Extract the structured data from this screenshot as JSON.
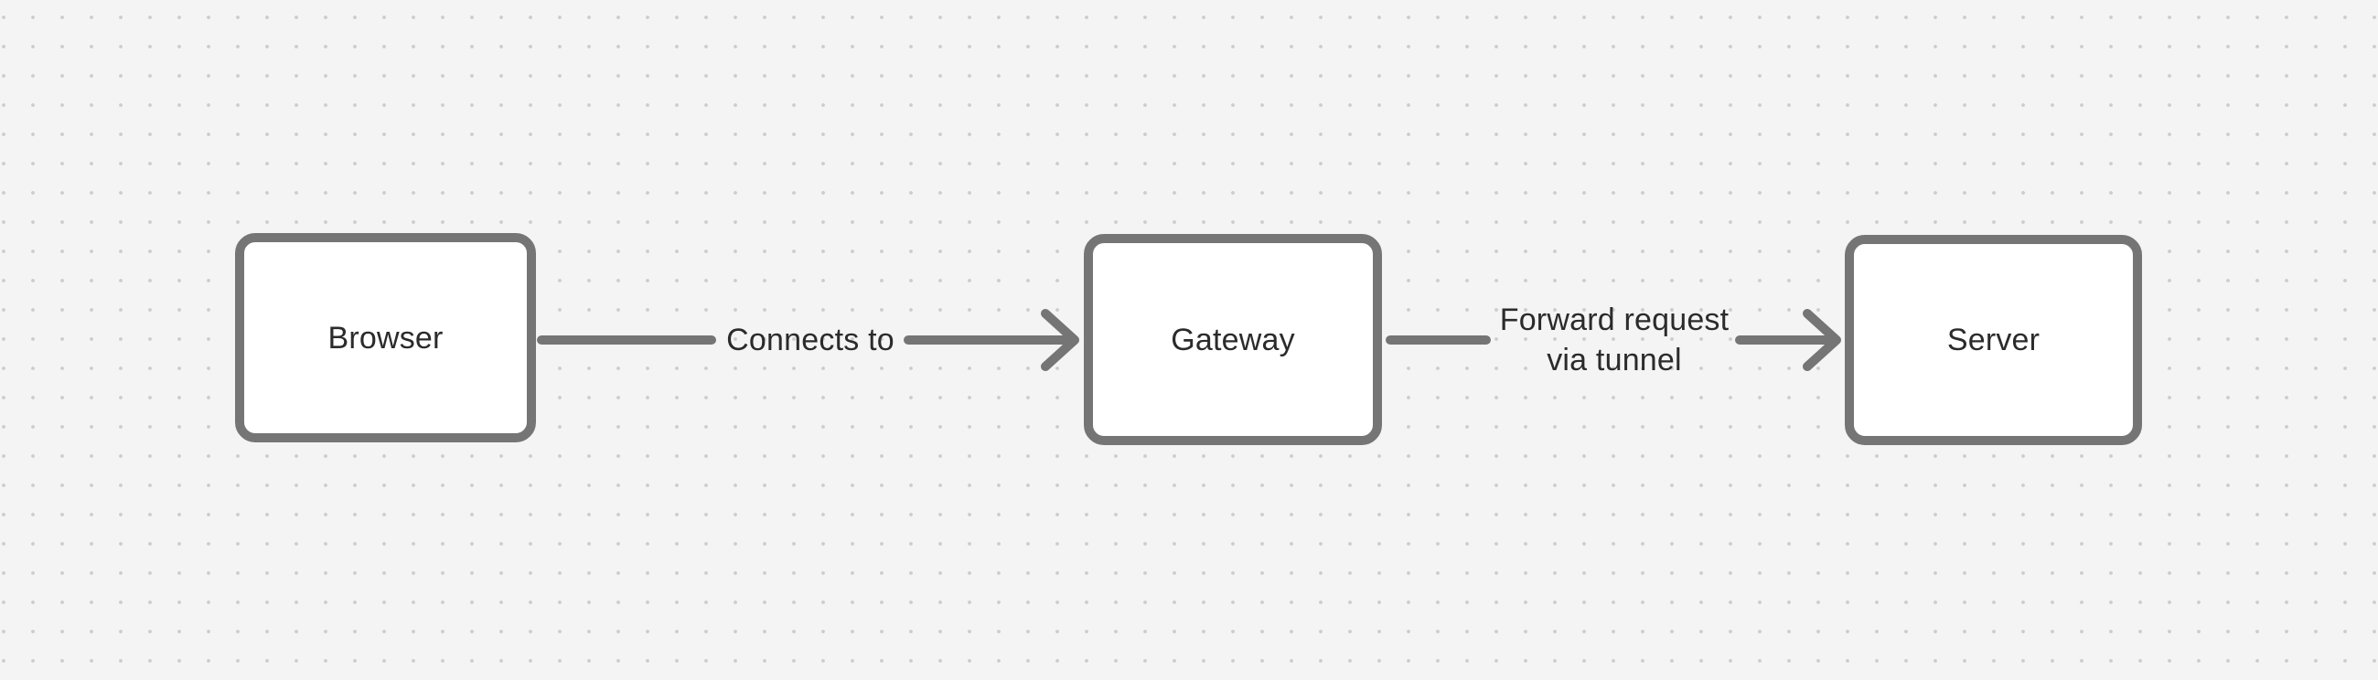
{
  "canvas": {
    "background_color": "#f4f4f4",
    "dot_color": "#cdcdcd",
    "stroke_color": "#757575",
    "text_color": "#2b2b2b",
    "node_fill": "#ffffff"
  },
  "diagram": {
    "nodes": [
      {
        "id": "browser",
        "label": "Browser"
      },
      {
        "id": "gateway",
        "label": "Gateway"
      },
      {
        "id": "server",
        "label": "Server"
      }
    ],
    "edges": [
      {
        "from": "browser",
        "to": "gateway",
        "label": "Connects to"
      },
      {
        "from": "gateway",
        "to": "server",
        "label": "Forward request via tunnel",
        "label_lines": [
          "Forward request",
          "via tunnel"
        ]
      }
    ]
  }
}
